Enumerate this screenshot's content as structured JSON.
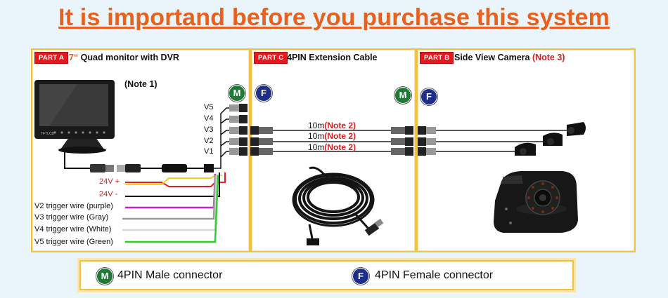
{
  "headline": "It is importand before you purchase this system",
  "panelA": {
    "tag": "PART A",
    "title_prefix": "7“",
    "title": " Quad monitor with DVR",
    "note": "(Note 1)",
    "monitor_brand": "TFTLCD"
  },
  "panelC": {
    "tag": "PART C",
    "title": "4PIN Extension Cable"
  },
  "panelB": {
    "tag": "PART B",
    "title": "Side View Camera ",
    "note": "(Note 3)"
  },
  "channels": [
    "V5",
    "V4",
    "V3",
    "V2",
    "V1"
  ],
  "cable_length": "10m",
  "cable_note": "(Note 2)",
  "power": {
    "positive": "24V +",
    "negative": "24V -"
  },
  "triggers": [
    {
      "label": "V2 trigger wire (purple)",
      "color": "#c028c8"
    },
    {
      "label": "V3 trigger wire (Gray)",
      "color": "#9a9a9a"
    },
    {
      "label": "V4 trigger wire (White)",
      "color": "#d8d8d8"
    },
    {
      "label": "V5 trigger wire (Green)",
      "color": "#2ad02a"
    }
  ],
  "badges": {
    "male": "M",
    "female": "F"
  },
  "legend": {
    "male_label": "4PIN Male connector",
    "female_label": "4PIN Female connector"
  },
  "colors": {
    "headline": "#e8601c",
    "tag_bg": "#e8191e",
    "panel_border": "#f3c040",
    "note": "#d81e1e",
    "male_badge": "#1f7a35",
    "female_badge": "#1d2f8a",
    "wire_red": "#e02020",
    "wire_yellow": "#f0d020"
  },
  "icons": [
    "male-connector-icon",
    "female-connector-icon",
    "monitor",
    "side-camera",
    "cable-coil"
  ]
}
